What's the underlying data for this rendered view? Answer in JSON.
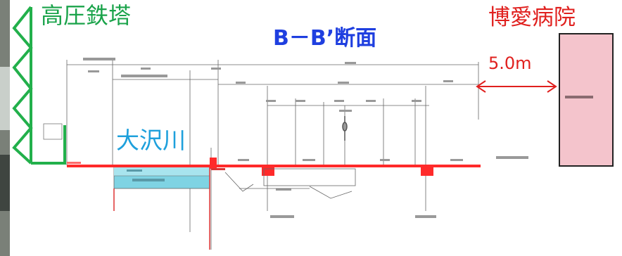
{
  "labels": {
    "tower": "高圧鉄塔",
    "section": "B－B’断面",
    "hospital": "博愛病院",
    "distance": "5.0m",
    "river": "大沢川"
  },
  "colors": {
    "tower_label": "#1aa34a",
    "tower_lines": "#22b04b",
    "section_label": "#1f3fe0",
    "hospital_label": "#e0201e",
    "distance_arrow": "#e0201e",
    "hospital_box_fill": "#f4c4cc",
    "hospital_box_border": "#222222",
    "river_label": "#1ea0dc",
    "river_fill": "#7fd3e3",
    "embankment": "#ff2a2a",
    "drawing_lines": "#555555",
    "left_photo": "#7a8078"
  }
}
